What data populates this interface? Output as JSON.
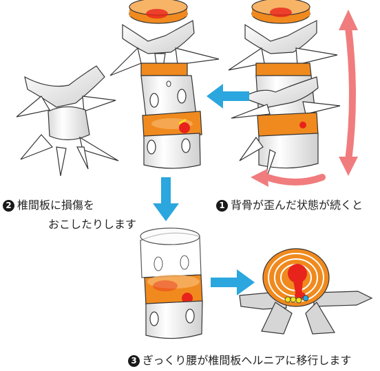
{
  "steps": [
    {
      "number": "1",
      "text": "背骨が歪んだ状態が続くと"
    },
    {
      "number": "2",
      "text_line1": "椎間板に損傷を",
      "text_line2": "おこしたりします"
    },
    {
      "number": "3",
      "text": "ぎっくり腰が椎間板ヘルニアに移行します"
    }
  ],
  "colors": {
    "disc_orange": "#F08A1E",
    "disc_light": "#F7B366",
    "injury_red": "#E8231B",
    "flow_arrow_blue": "#2BA6DE",
    "motion_arrow_pink": "#F07C7E",
    "bone_gray": "#D6D6D6",
    "nerve_yellow": "#F3E11E"
  }
}
